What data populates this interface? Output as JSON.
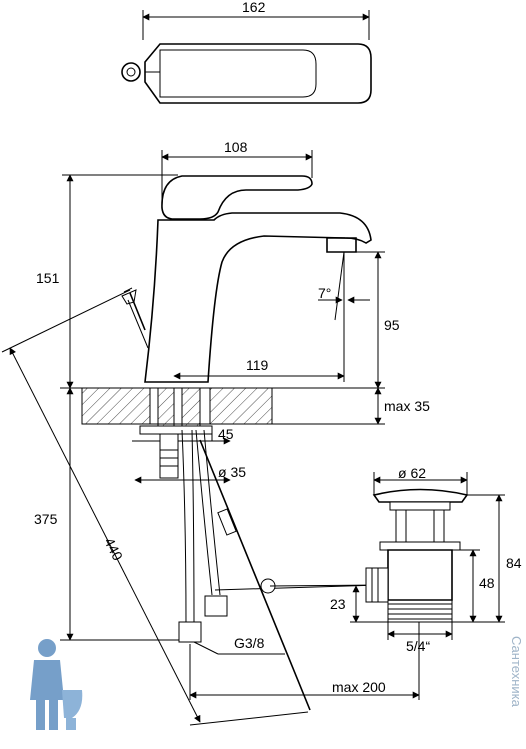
{
  "dimensions": {
    "top_width": "162",
    "lever_length": "108",
    "height_151": "151",
    "spout_angle": "7°",
    "spout_height": "95",
    "spout_reach": "119",
    "deck_thickness": "max 35",
    "shank_45": "45",
    "hole_dia": "ø 35",
    "depth_375": "375",
    "diag_440": "440",
    "drain_dia": "ø 62",
    "drain_84": "84",
    "drain_48": "48",
    "drain_23": "23",
    "drain_thread": "5/4“",
    "hose_thread": "G3/8",
    "rod_max": "max 200"
  },
  "watermark": {
    "text": "Сантехника"
  },
  "colors": {
    "line": "#000000",
    "hatch": "#000000",
    "watermark": "#9fb4c8",
    "mascot_blue": "#5f8fc0"
  }
}
